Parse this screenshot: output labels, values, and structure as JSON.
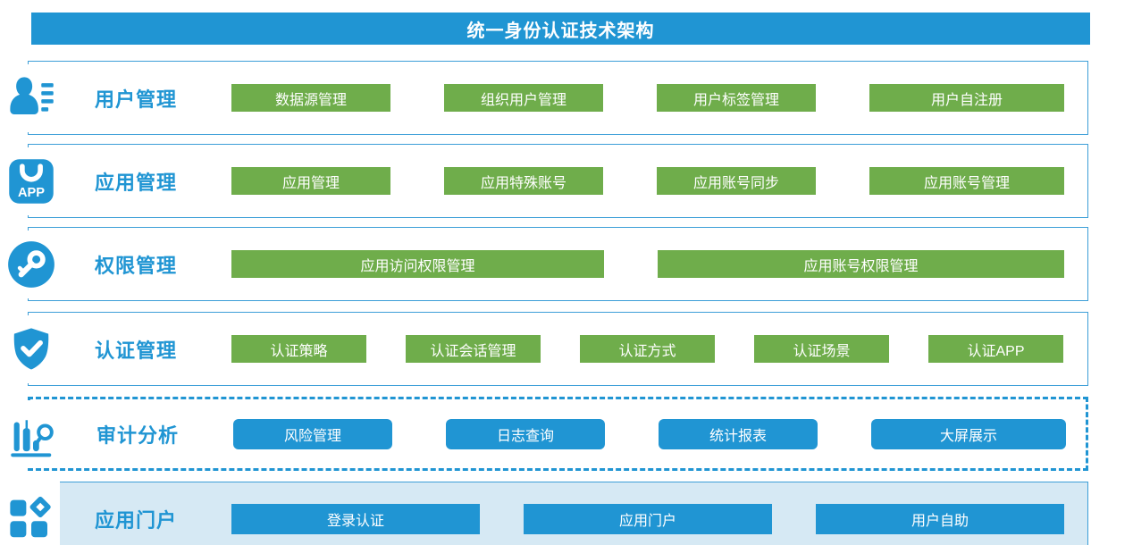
{
  "title": "统一身份认证技术架构",
  "colors": {
    "primary_blue": "#2095d3",
    "module_green": "#6fad4b",
    "portal_row_background": "#d6e9f4",
    "row_border_blue": "#3d9fd8",
    "button_text": "#ffffff"
  },
  "rows": [
    {
      "id": "user-management",
      "label": "用户管理",
      "icon": "user-list-icon",
      "buttons": [
        "数据源管理",
        "组织用户管理",
        "用户标签管理",
        "用户自注册"
      ]
    },
    {
      "id": "app-management",
      "label": "应用管理",
      "icon": "app-icon",
      "buttons": [
        "应用管理",
        "应用特殊账号",
        "应用账号同步",
        "应用账号管理"
      ]
    },
    {
      "id": "permission-management",
      "label": "权限管理",
      "icon": "key-icon",
      "buttons": [
        "应用访问权限管理",
        "应用账号权限管理"
      ]
    },
    {
      "id": "auth-management",
      "label": "认证管理",
      "icon": "shield-check-icon",
      "buttons": [
        "认证策略",
        "认证会话管理",
        "认证方式",
        "认证场景",
        "认证APP"
      ]
    },
    {
      "id": "audit-analysis",
      "label": "审计分析",
      "icon": "audit-chart-icon",
      "buttons": [
        "风险管理",
        "日志查询",
        "统计报表",
        "大屏展示"
      ]
    },
    {
      "id": "app-portal",
      "label": "应用门户",
      "icon": "app-grid-icon",
      "buttons": [
        "登录认证",
        "应用门户",
        "用户自助"
      ]
    }
  ]
}
